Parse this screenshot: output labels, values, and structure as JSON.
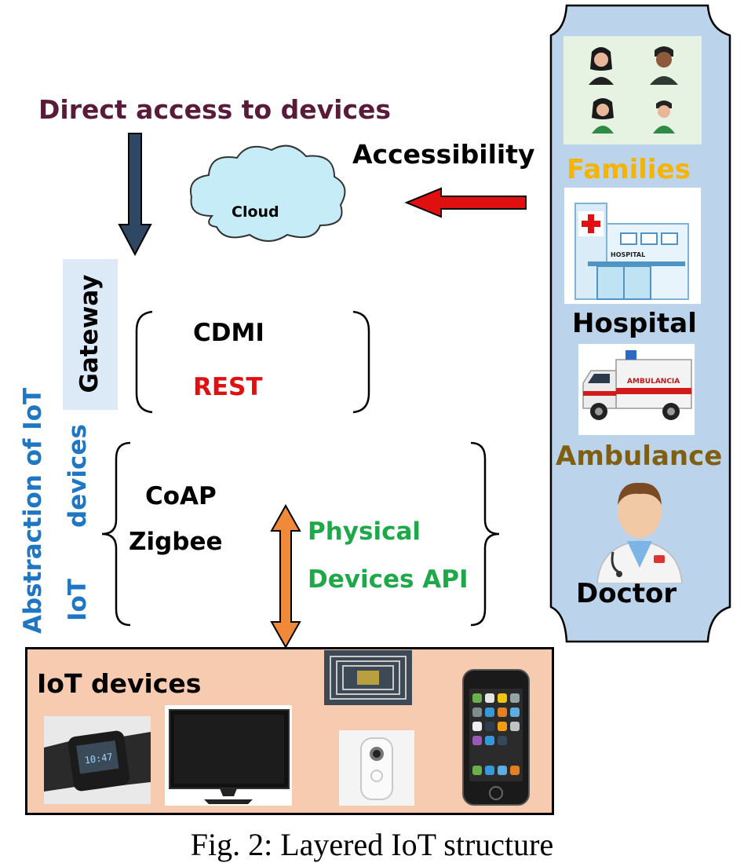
{
  "top": {
    "direct_access": "Direct access to devices",
    "accessibility": "Accessibility",
    "cloud": "Cloud"
  },
  "gateway": {
    "label": "Gateway",
    "protocols": [
      "CDMI",
      "REST"
    ]
  },
  "abstraction": {
    "outer_label": "Abstraction of IoT",
    "inner_top": "devices",
    "inner_bottom": "IoT",
    "protocols": [
      "CoAP",
      "Zigbee"
    ],
    "physical_api_line1": "Physical",
    "physical_api_line2": "Devices API"
  },
  "devices": {
    "title": "IoT devices",
    "items": [
      "smartwatch",
      "monitor",
      "rfid-chip",
      "security-camera",
      "smartphone"
    ]
  },
  "users": {
    "families": "Families",
    "hospital": "Hospital",
    "hospital_sign": "HOSPITAL",
    "ambulance": "Ambulance",
    "ambulance_sign": "AMBULANCIA",
    "doctor": "Doctor"
  },
  "caption": "Fig. 2: Layered IoT structure",
  "colors": {
    "direct_access": "#5a1a3a",
    "rest": "#e01010",
    "abstraction": "#1f77c4",
    "physical_api": "#1fa84a",
    "families": "#f5b400",
    "ambulance": "#806010",
    "panel": "#bcd3ec",
    "device_box": "#f7cbb0",
    "cloud": "#c5ecf7",
    "gateway_bg": "#dce9f6"
  }
}
